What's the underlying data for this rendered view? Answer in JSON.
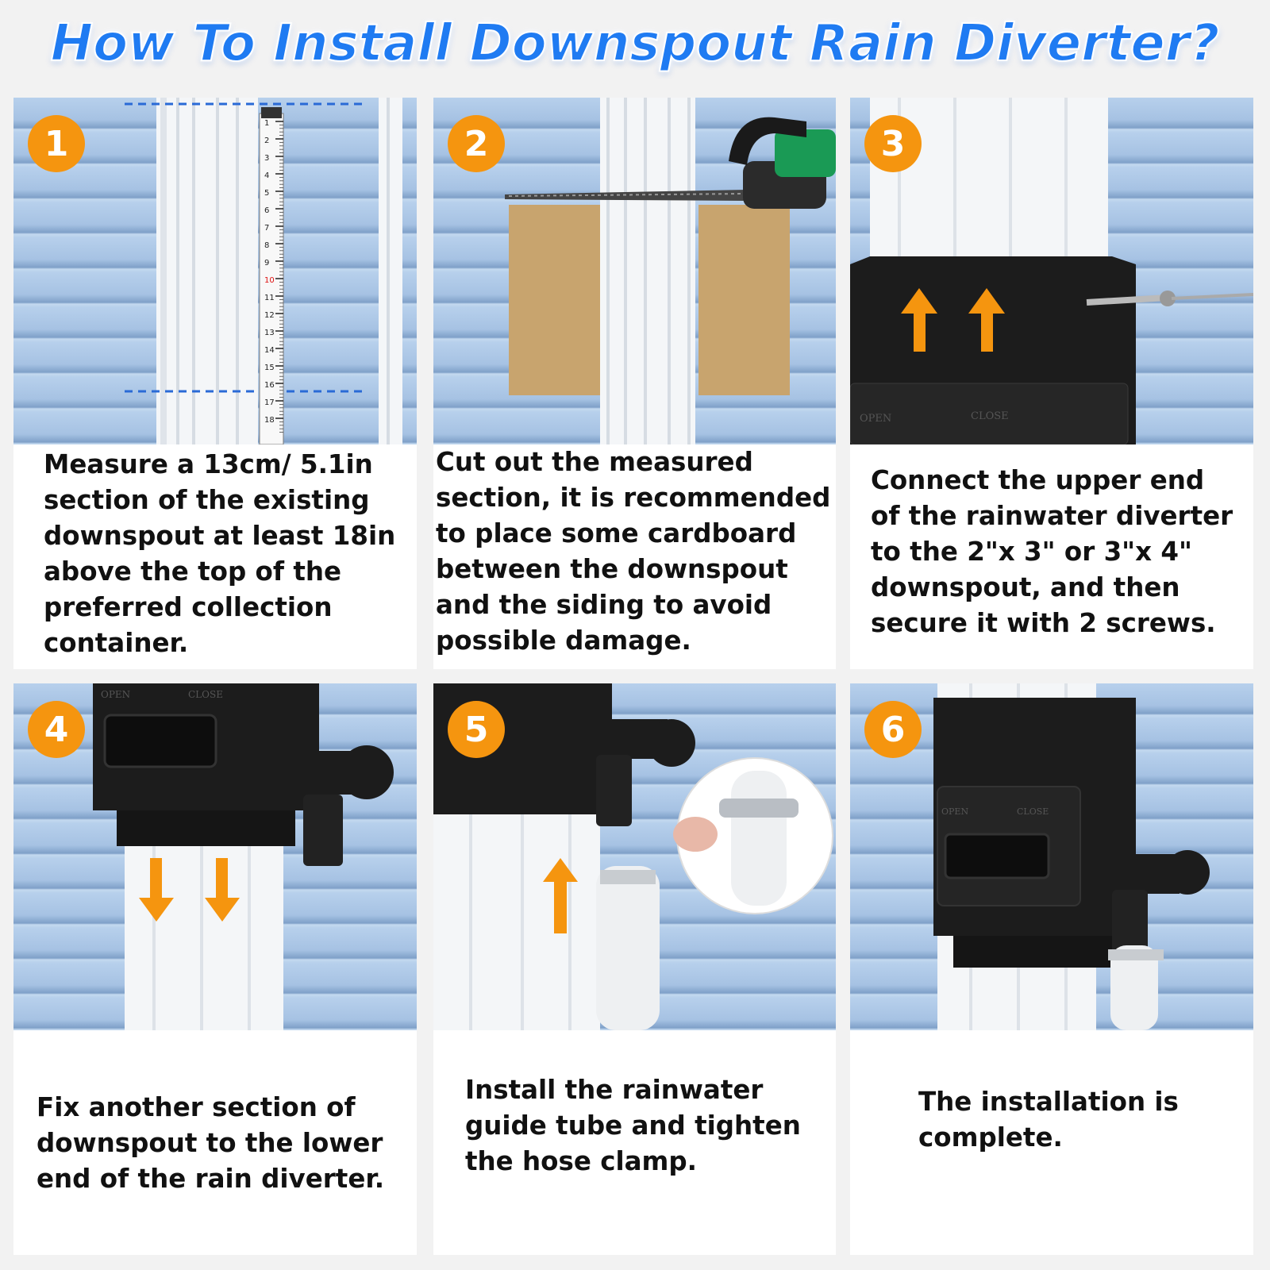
{
  "title": "How To Install Downspout Rain Diverter?",
  "accent_color": "#1f7bf2",
  "badge_color": "#f5950f",
  "arrow_color": "#f5950f",
  "steps": [
    {
      "number": "1",
      "text": "Measure a 13cm/ 5.1in\nsection of the existing\ndownspout at least 18in\nabove the top of the\npreferred collection\ncontainer.",
      "tape_labels": [
        "1",
        "2",
        "3",
        "4",
        "5",
        "6",
        "7",
        "8",
        "9",
        "10",
        "11",
        "12",
        "13",
        "14",
        "15",
        "16",
        "17",
        "18"
      ]
    },
    {
      "number": "2",
      "text": "Cut out the measured\nsection, it is recommended\nto place some cardboard\nbetween the downspout\nand the siding to avoid\npossible damage."
    },
    {
      "number": "3",
      "text": "Connect the upper end\nof the rainwater diverter\nto the 2\"x 3\" or 3\"x 4\"\ndownspout, and then\nsecure it with 2 screws.",
      "panel_labels": {
        "open": "OPEN",
        "close": "CLOSE"
      }
    },
    {
      "number": "4",
      "text": "Fix another section of\ndownspout to the lower\nend of the rain diverter.",
      "panel_labels": {
        "open": "OPEN",
        "close": "CLOSE"
      }
    },
    {
      "number": "5",
      "text": "Install the rainwater\nguide tube and tighten\nthe hose clamp."
    },
    {
      "number": "6",
      "text": "The installation is\ncomplete.",
      "panel_labels": {
        "open": "OPEN",
        "close": "CLOSE"
      }
    }
  ]
}
